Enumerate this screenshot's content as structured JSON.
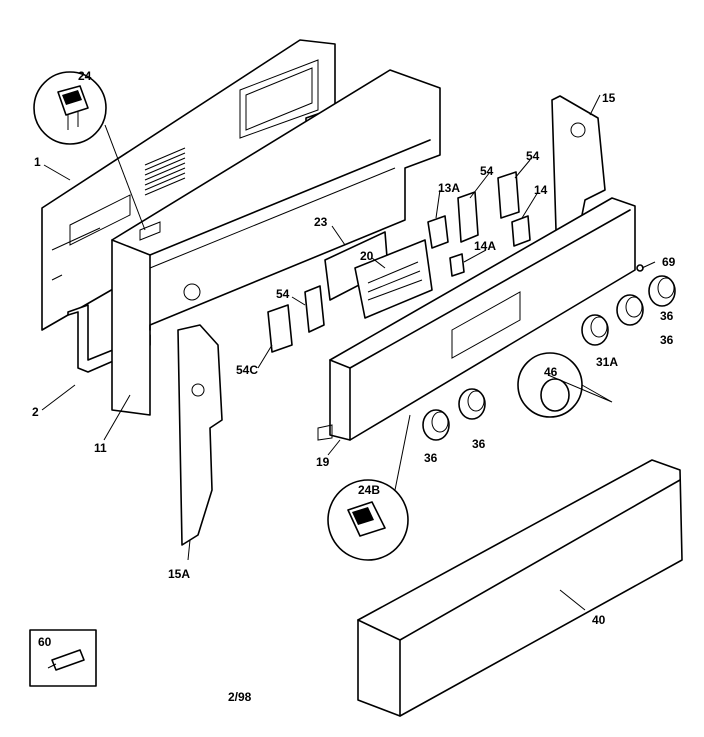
{
  "diagram": {
    "date_code": "2/98",
    "callouts": {
      "c1": "1",
      "c2": "2",
      "c11": "11",
      "c13a": "13A",
      "c14": "14",
      "c14a": "14A",
      "c15": "15",
      "c15a": "15A",
      "c19": "19",
      "c20": "20",
      "c23": "23",
      "c24": "24",
      "c24b": "24B",
      "c31a": "31A",
      "c36a": "36",
      "c36b": "36",
      "c36c": "36",
      "c36d": "36",
      "c40": "40",
      "c46": "46",
      "c54a": "54",
      "c54b": "54",
      "c54c": "54",
      "c54cc": "54C",
      "c60": "60",
      "c69": "69"
    }
  }
}
